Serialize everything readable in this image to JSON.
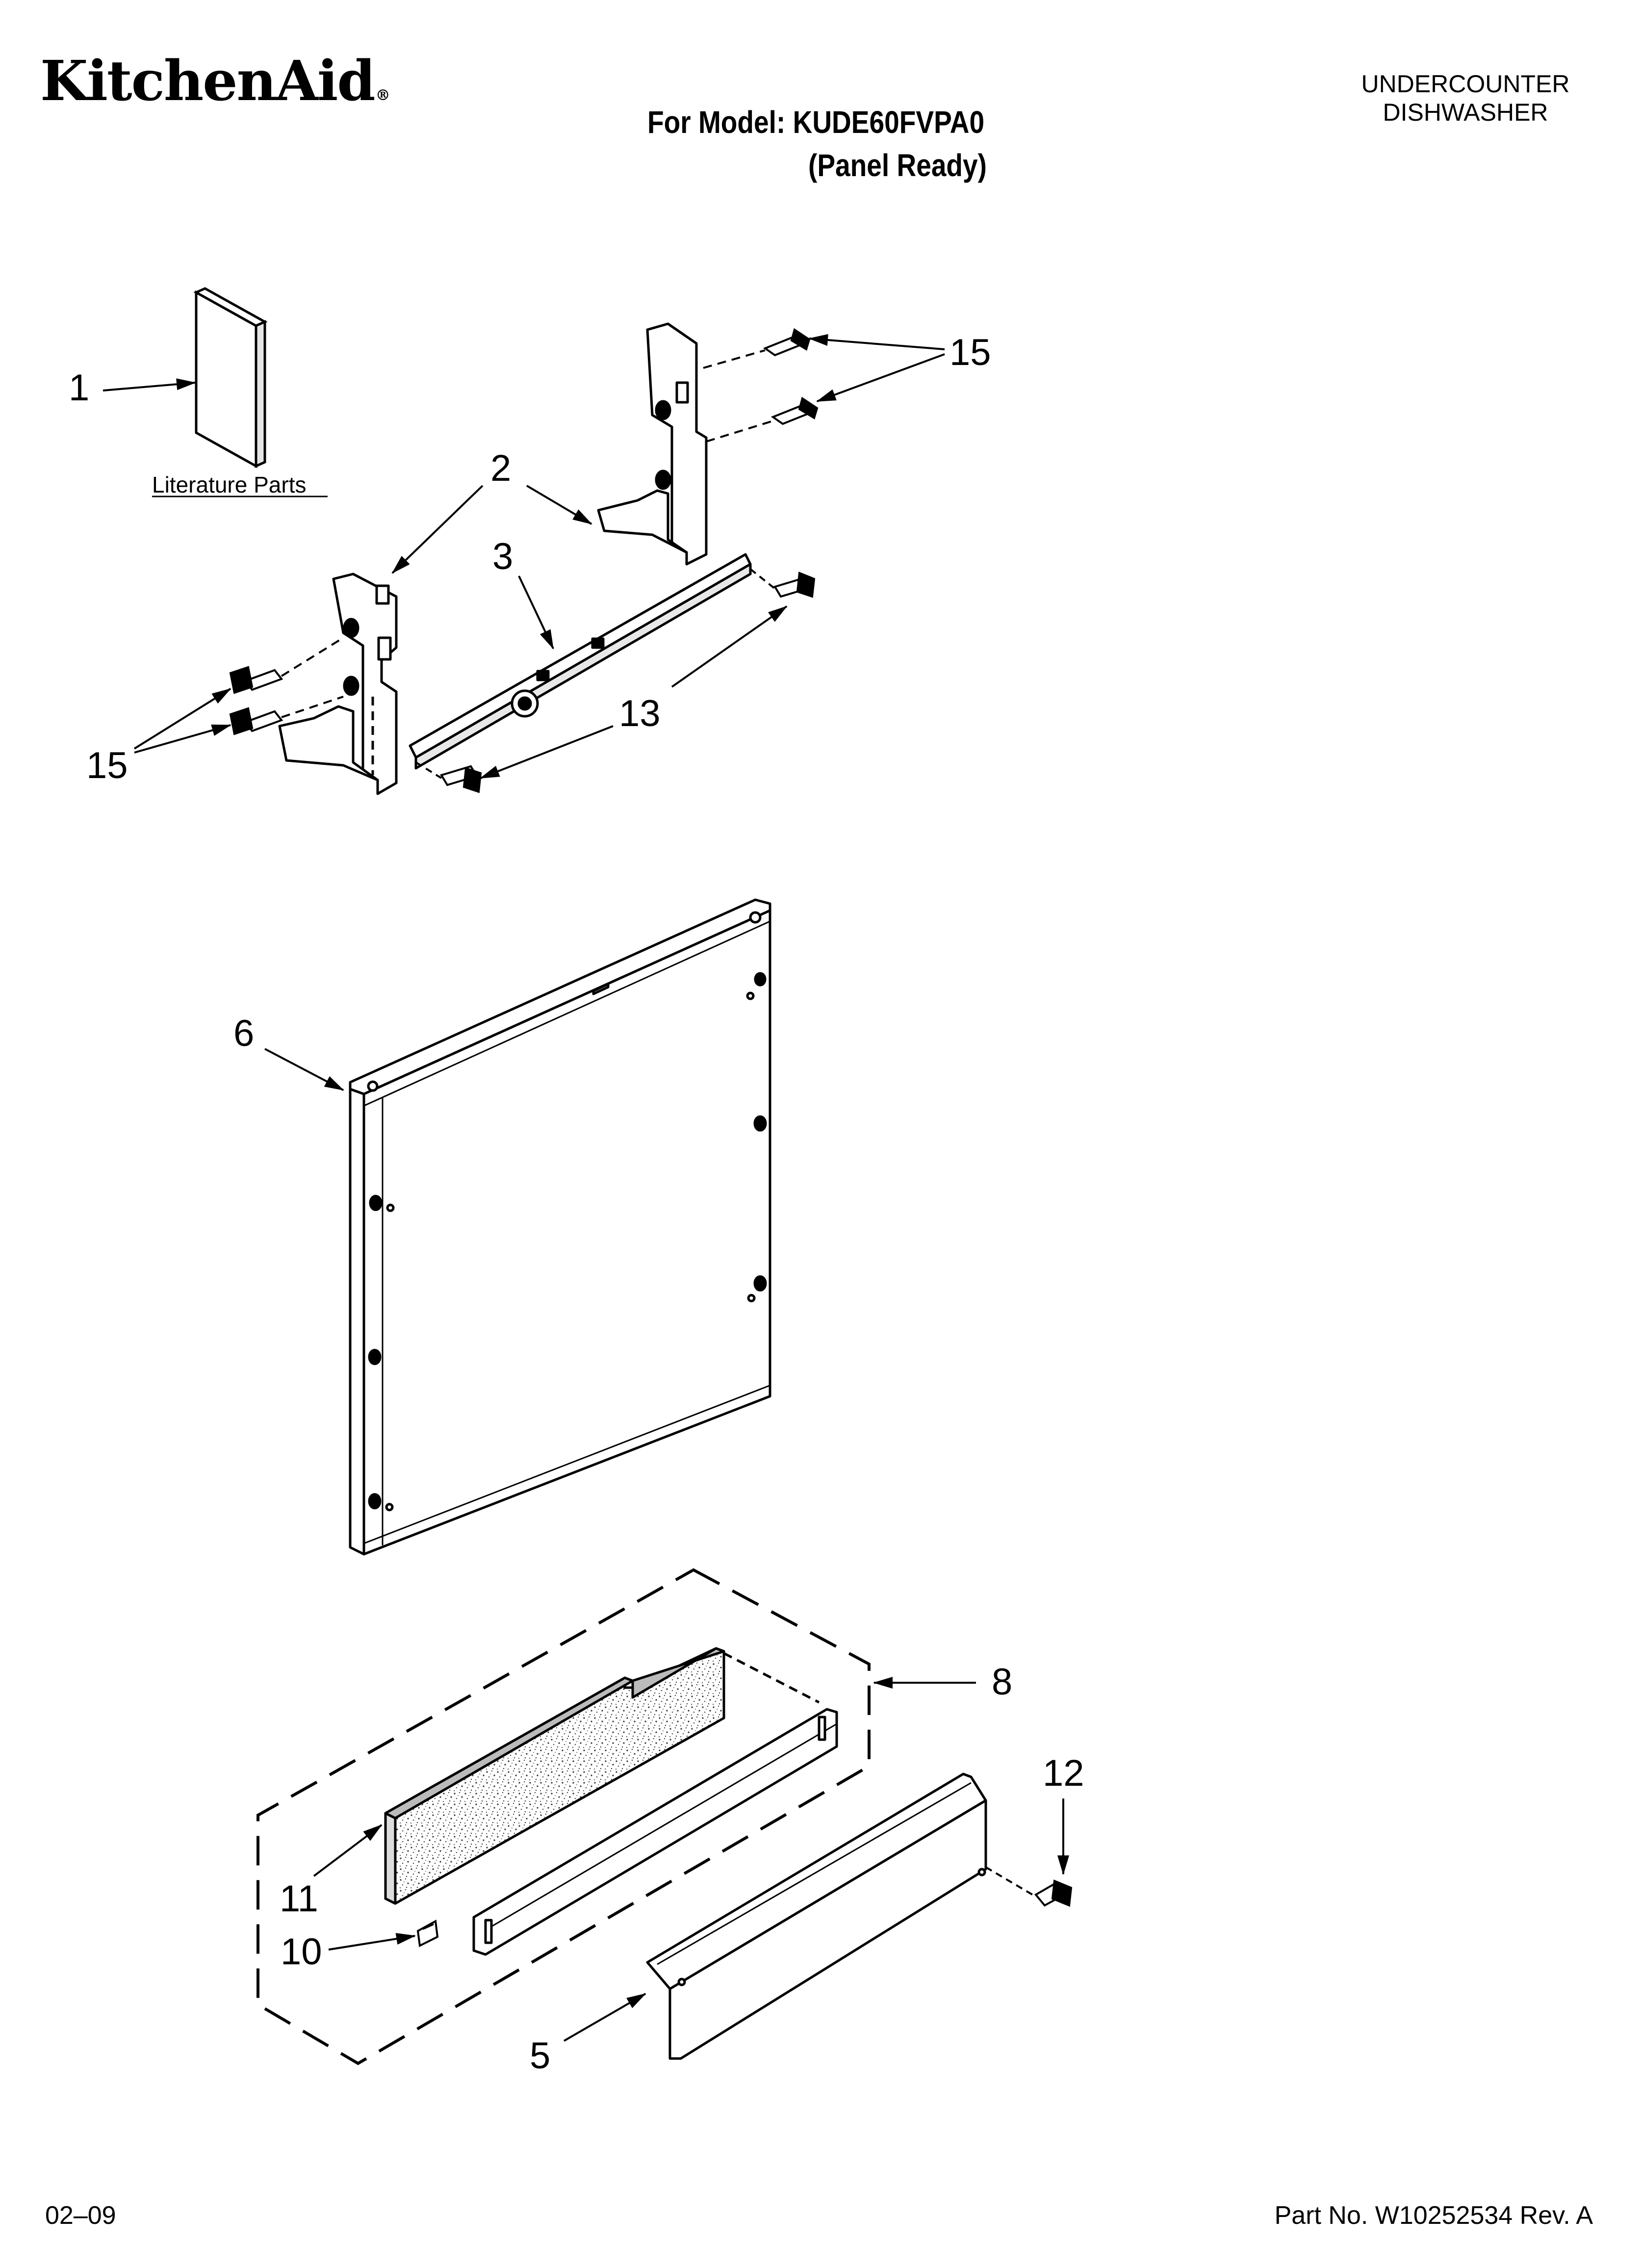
{
  "header": {
    "brand": "KitchenAid",
    "brand_mark": "®",
    "model_line": "For Model: KUDE60FVPA0",
    "model_variant": "(Panel Ready)",
    "category_line1": "UNDERCOUNTER",
    "category_line2": "DISHWASHER"
  },
  "diagram": {
    "literature_caption": "Literature Parts",
    "callouts": {
      "c1": "1",
      "c2": "2",
      "c3": "3",
      "c5": "5",
      "c6": "6",
      "c8": "8",
      "c10": "10",
      "c11": "11",
      "c12": "12",
      "c13": "13",
      "c15a": "15",
      "c15b": "15"
    }
  },
  "footer": {
    "date": "02–09",
    "part_number": "Part No. W10252534 Rev. A"
  }
}
